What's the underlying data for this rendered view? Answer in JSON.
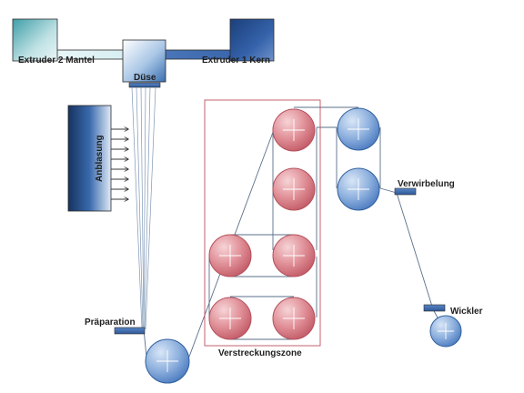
{
  "labels": {
    "extruder2": "Extruder 2 Mantel",
    "extruder1": "Extruder 1 Kern",
    "duese": "Düse",
    "anblasung": "Anblasung",
    "praeparation": "Präparation",
    "verstreckungszone": "Verstreckungszone",
    "verwirbelung": "Verwirbelung",
    "wickler": "Wickler"
  },
  "colors": {
    "cool_roller": "#7ea3d6",
    "heated_roller": "#e08a92",
    "blue_dark": "#264f8f",
    "zone_border": "#c0505e",
    "thread": "#5a6f8a"
  },
  "components": [
    {
      "id": "extruder2",
      "kind": "extruder",
      "label_key": "extruder2"
    },
    {
      "id": "extruder1",
      "kind": "extruder",
      "label_key": "extruder1"
    },
    {
      "id": "duese",
      "kind": "spinneret",
      "label_key": "duese"
    },
    {
      "id": "anblasung",
      "kind": "quench",
      "label_key": "anblasung"
    },
    {
      "id": "praeparation",
      "kind": "applicator",
      "label_key": "praeparation"
    },
    {
      "id": "verstreckungszone",
      "kind": "draw-zone",
      "label_key": "verstreckungszone"
    },
    {
      "id": "verwirbelung",
      "kind": "interlacing-jet",
      "label_key": "verwirbelung"
    },
    {
      "id": "wickler",
      "kind": "winder",
      "label_key": "wickler"
    }
  ],
  "rollers": [
    {
      "id": "roller-feed",
      "type": "cool"
    },
    {
      "id": "roller-draw-1",
      "type": "heated"
    },
    {
      "id": "roller-draw-2",
      "type": "heated"
    },
    {
      "id": "roller-draw-3",
      "type": "heated"
    },
    {
      "id": "roller-draw-4",
      "type": "heated"
    },
    {
      "id": "roller-draw-5",
      "type": "heated"
    },
    {
      "id": "roller-draw-6",
      "type": "heated"
    },
    {
      "id": "roller-exit-1",
      "type": "cool"
    },
    {
      "id": "roller-exit-2",
      "type": "cool"
    },
    {
      "id": "roller-winder",
      "type": "cool"
    }
  ]
}
